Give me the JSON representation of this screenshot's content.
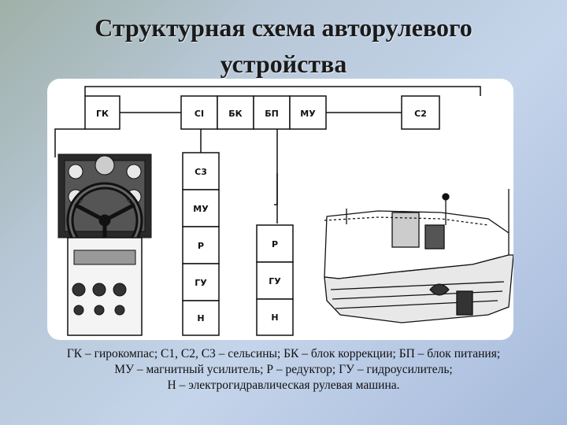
{
  "title": {
    "line1": "Структурная схема авторулевого",
    "line2": "устройства"
  },
  "blocks": {
    "gk": "ГК",
    "s1": "СI",
    "bk": "БК",
    "bp": "БП",
    "mu_top": "МУ",
    "s2": "С2",
    "s3": "С3",
    "mu_col": "МУ",
    "r1": "Р",
    "gu1": "ГУ",
    "n1": "Н",
    "r2": "Р",
    "gu2": "ГУ",
    "n2": "Н"
  },
  "caption": {
    "line1": "ГК – гирокомпас; С1, С2, С3 – сельсины; БК – блок коррекции; БП – блок питания;",
    "line2": "МУ – магнитный усилитель; Р – редуктор; ГУ – гидроусилитель;",
    "line3": "Н – электрогидравлическая рулевая машина."
  }
}
